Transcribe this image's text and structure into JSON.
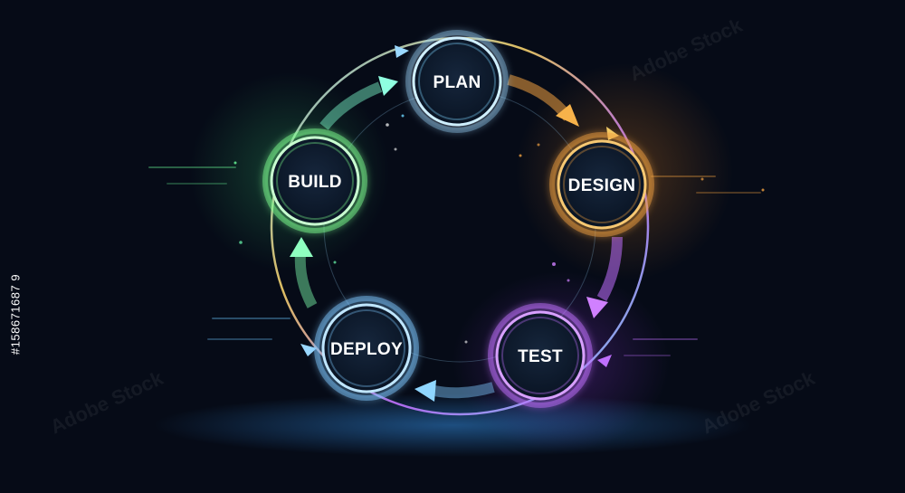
{
  "stages": [
    {
      "id": "plan",
      "label": "PLAN",
      "color": "#7fd3ff"
    },
    {
      "id": "design",
      "label": "DESIGN",
      "color": "#f0a040"
    },
    {
      "id": "test",
      "label": "TEST",
      "color": "#c070ff"
    },
    {
      "id": "deploy",
      "label": "DEPLOY",
      "color": "#7fc8ff"
    },
    {
      "id": "build",
      "label": "BUILD",
      "color": "#7fff90"
    }
  ],
  "colors": {
    "background": "#060b17",
    "ring": "#9ad8ff",
    "node_fill": "#0d1a2c"
  },
  "watermark": {
    "brand": "Adobe Stock",
    "id": "#158671687 9"
  }
}
